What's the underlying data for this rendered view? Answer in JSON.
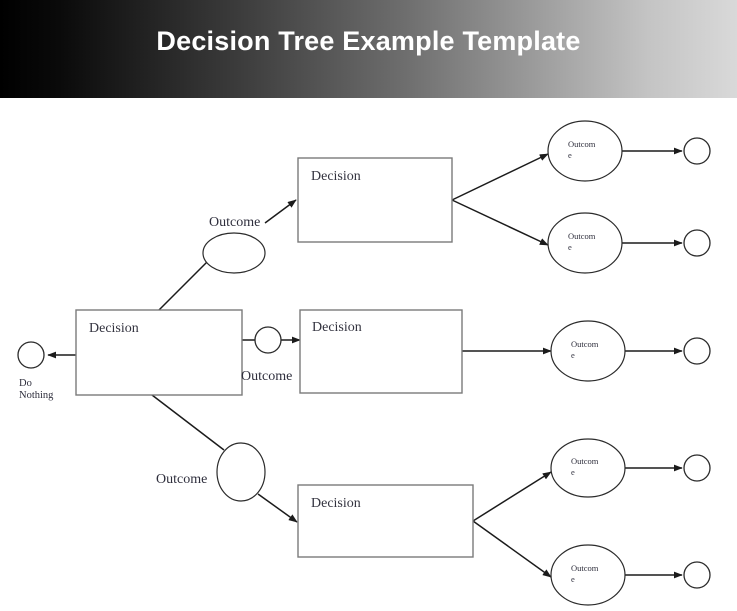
{
  "header": {
    "title": "Decision Tree Example Template",
    "gradient_start": "#000000",
    "gradient_end": "#d9d9d9",
    "title_color": "#ffffff"
  },
  "diagram": {
    "type": "decision-tree",
    "stroke_color": "#1b1b1b",
    "box_stroke_color": "#7a7a7a",
    "fill_color": "#ffffff",
    "text_color": "#33333f",
    "nodes": {
      "root_decision": {
        "label": "Decision"
      },
      "do_nothing_terminal": {
        "label_line1": "Do",
        "label_line2": "Nothing"
      },
      "branch_up_outcome": {
        "label": "Outcome"
      },
      "branch_mid_outcome": {
        "label": "Outcome"
      },
      "branch_down_outcome": {
        "label": "Outcome"
      },
      "top_decision": {
        "label": "Decision"
      },
      "mid_decision": {
        "label": "Decision"
      },
      "bottom_decision": {
        "label": "Decision"
      },
      "outcome_t1": {
        "line1": "Outcom",
        "line2": "e"
      },
      "outcome_t2": {
        "line1": "Outcom",
        "line2": "e"
      },
      "outcome_m1": {
        "line1": "Outcom",
        "line2": "e"
      },
      "outcome_b1": {
        "line1": "Outcom",
        "line2": "e"
      },
      "outcome_b2": {
        "line1": "Outcom",
        "line2": "e"
      }
    }
  }
}
